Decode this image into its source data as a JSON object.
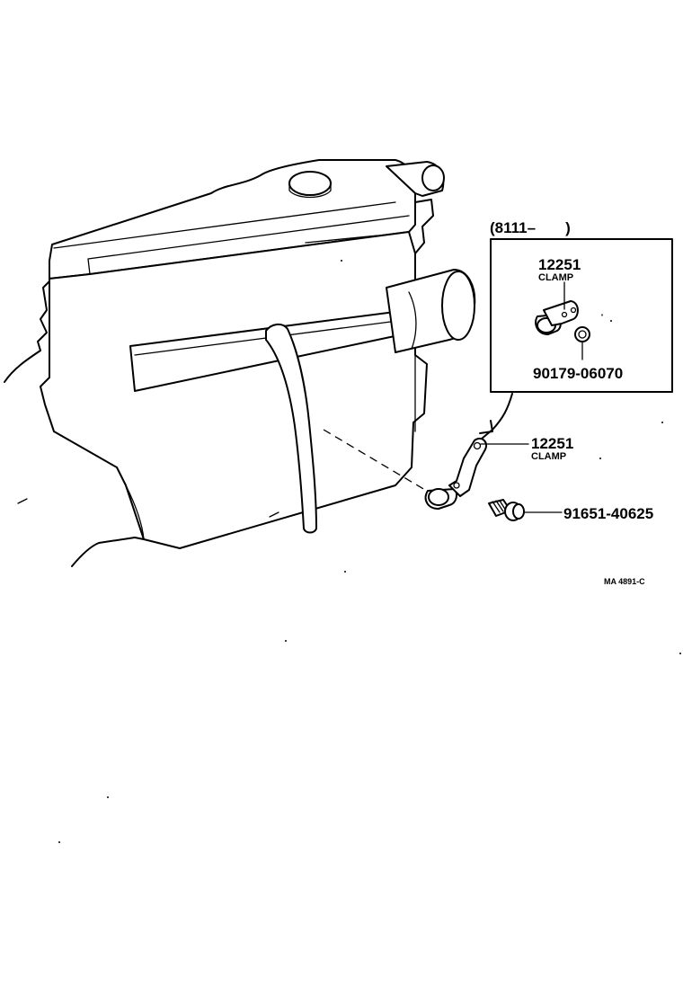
{
  "diagram": {
    "inset": {
      "range_label": "(8111–       )",
      "part_clamp": {
        "number": "12251",
        "name": "CLAMP"
      },
      "part_nut": {
        "number": "90179-06070"
      }
    },
    "callouts": {
      "clamp": {
        "number": "12251",
        "name": "CLAMP"
      },
      "bolt": {
        "number": "91651-40625"
      }
    },
    "figure_code": "MA 4891-C"
  }
}
